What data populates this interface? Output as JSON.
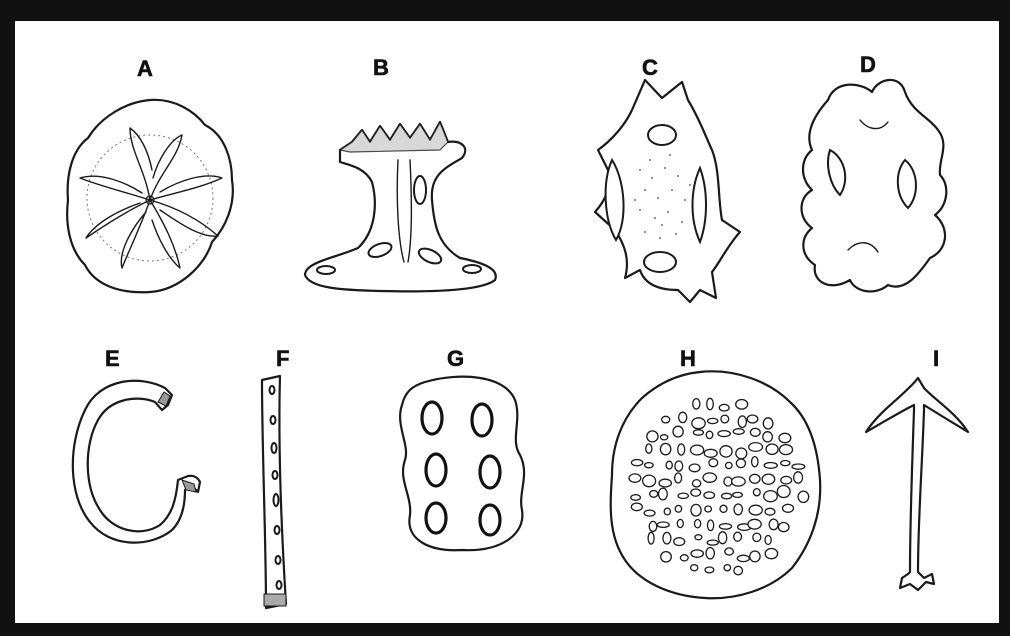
{
  "labels": {
    "A": "A",
    "B": "B",
    "C": "C",
    "D": "D",
    "E": "E",
    "F": "F",
    "G": "G",
    "H": "H",
    "I": "I"
  }
}
